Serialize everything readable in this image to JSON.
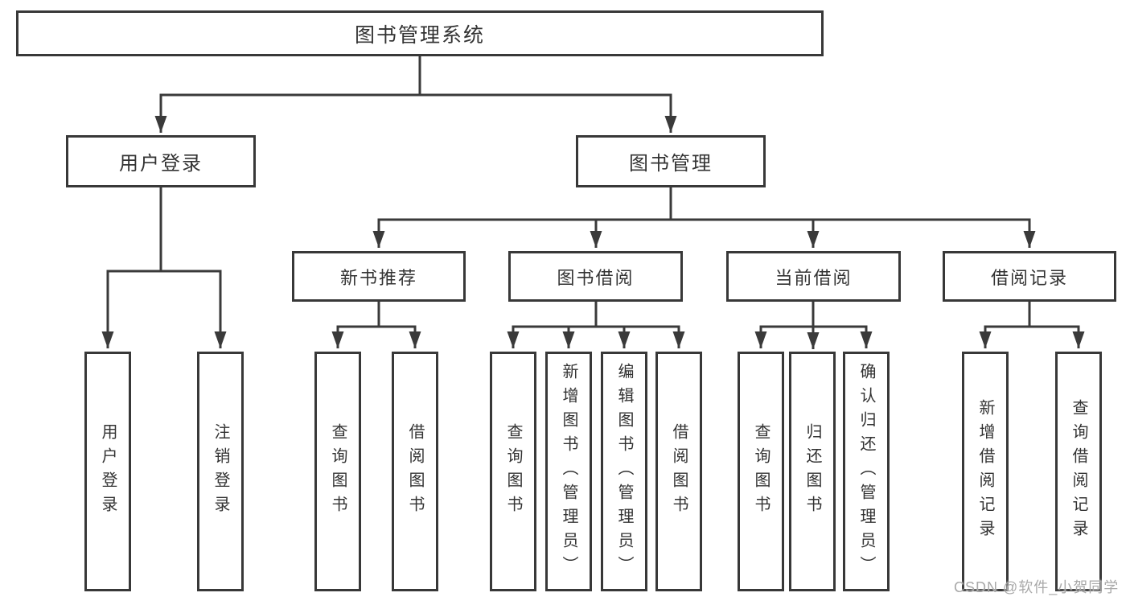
{
  "watermark": "CSDN @软件_小贺同学",
  "tree": {
    "root": "图书管理系统",
    "branches": [
      {
        "label": "用户登录",
        "leaves": [
          "用户登录",
          "注销登录"
        ]
      },
      {
        "label": "图书管理",
        "sections": [
          {
            "label": "新书推荐",
            "leaves": [
              "查询图书",
              "借阅图书"
            ]
          },
          {
            "label": "图书借阅",
            "leaves": [
              "查询图书",
              "新增图书（管理员）",
              "编辑图书（管理员）",
              "借阅图书"
            ]
          },
          {
            "label": "当前借阅",
            "leaves": [
              "查询图书",
              "归还图书",
              "确认归还（管理员）"
            ]
          },
          {
            "label": "借阅记录",
            "leaves": [
              "新增借阅记录",
              "查询借阅记录"
            ]
          }
        ]
      }
    ]
  },
  "colors": {
    "line": "#3a3a3a",
    "border": "#383838",
    "text": "#333333",
    "watermark": "#a9a9a9",
    "background": "#ffffff"
  }
}
